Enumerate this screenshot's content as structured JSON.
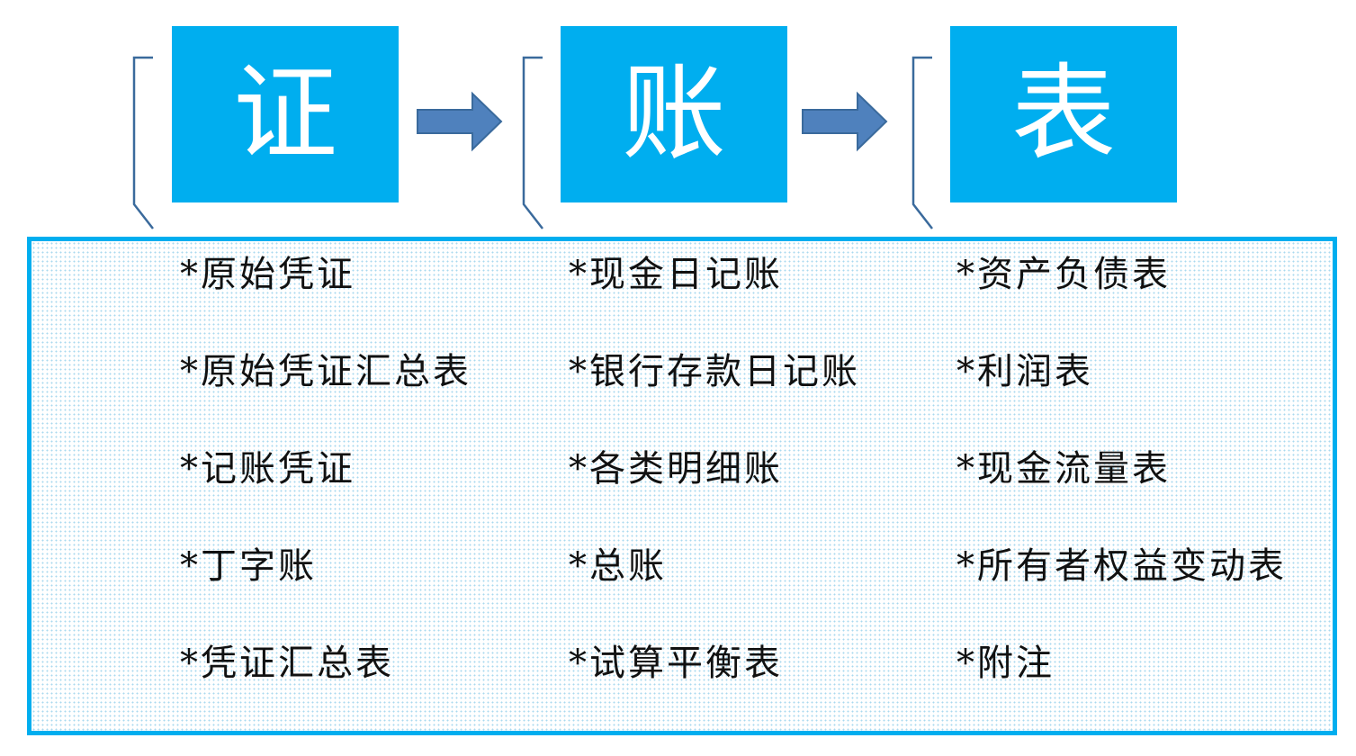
{
  "colors": {
    "accent": "#00AEEF",
    "arrow_fill": "#4F81BD",
    "bracket": "#3A6A9C",
    "text": "#111111"
  },
  "headers": [
    {
      "label": "证"
    },
    {
      "label": "账"
    },
    {
      "label": "表"
    }
  ],
  "columns": [
    {
      "items": [
        "*原始凭证",
        "*原始凭证汇总表",
        "*记账凭证",
        "*丁字账",
        "*凭证汇总表"
      ]
    },
    {
      "items": [
        "*现金日记账",
        "*银行存款日记账",
        "*各类明细账",
        "*总账",
        "*试算平衡表"
      ]
    },
    {
      "items": [
        "*资产负债表",
        "*利润表",
        "*现金流量表",
        "*所有者权益变动表",
        "*附注"
      ]
    }
  ]
}
